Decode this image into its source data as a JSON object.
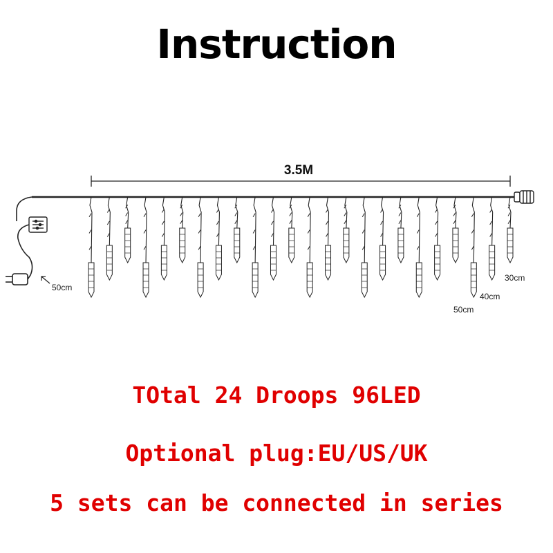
{
  "title": "Instruction",
  "diagram": {
    "length_label": "3.5M",
    "lead_label": "50cm",
    "drop_labels": [
      "30cm",
      "40cm",
      "50cm"
    ],
    "drop_count": 24,
    "drop_pattern": [
      "long",
      "medium",
      "short"
    ],
    "line_color": "#222222"
  },
  "info": {
    "line1": "TOtal 24 Droops 96LED",
    "line2": "Optional plug:EU/US/UK",
    "line3": "5 sets can be connected in series",
    "text_color": "#e00000"
  }
}
